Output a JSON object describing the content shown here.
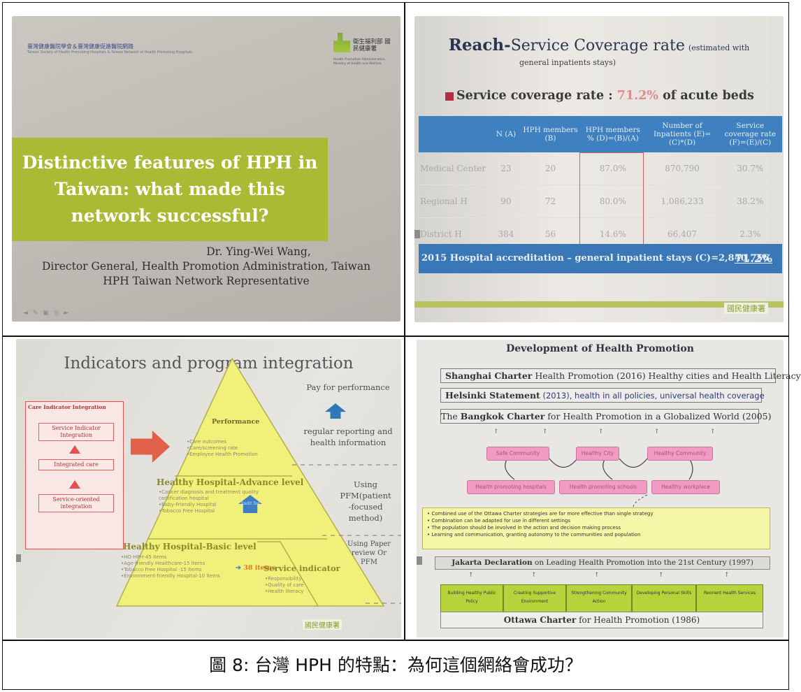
{
  "slide1": {
    "logo_left": "臺灣健康醫院學會＆臺灣健康促進醫院網路",
    "logo_left_sub": "Taiwan Society of Health Promoting Hospitals & Taiwan Network of Health Promoting Hospitals",
    "logo_right": "衛生福利部 國民健康署",
    "logo_right_sub": "Health Promotion Administration, Ministry of Health and Welfare",
    "title": "Distinctive features of HPH in Taiwan: what made this network successful?",
    "author_line1": "Dr. Ying-Wei Wang,",
    "author_line2": "Director General, Health Promotion Administration, Taiwan",
    "author_line3": "HPH  Taiwan Network Representative"
  },
  "slide2": {
    "title_bold": "Reach-",
    "title_main": "Service Coverage rate",
    "title_note": "(estimated with",
    "title_note2": "general inpatients stays)",
    "rate_label": "Service coverage rate : ",
    "rate_value": "71.2%",
    "rate_suffix": " of acute beds",
    "headers": [
      "",
      "N (A)",
      "HPH members (B)",
      "HPH members % (D)=(B)/(A)",
      "Number of Inpatients (E)=(C)*(D)",
      "Service coverage rate (F)=(E)/(C)"
    ],
    "rows": [
      [
        "Medical Center",
        "23",
        "20",
        "87.0%",
        "870,790",
        "30.7%"
      ],
      [
        "Regional H",
        "90",
        "72",
        "80.0%",
        "1,086,233",
        "38.2%"
      ],
      [
        "District H",
        "384",
        "56",
        "14.6%",
        "66,407",
        "2.3%"
      ]
    ],
    "footer_text": "2015  Hospital accreditation – general inpatient stays (C)=2,840,756",
    "footer_value": "71.2%",
    "footer_logo": "國民健康署"
  },
  "slide3": {
    "title": "Indicators and program integration",
    "cqi_title": "Care Indicator Integration",
    "cqi_boxes": [
      "Service Indicator Integration",
      "Integrated care",
      "Service-oriented integration"
    ],
    "top_level": "Performance",
    "top_items": [
      "•Care outcomes",
      "•Care/screening rate",
      "•Employee Health Promotion"
    ],
    "mid_level": "Healthy Hospital-Advance level",
    "mid_items": [
      "•Cancer diagnosis and treatment quality",
      "  certification hospital",
      "•Baby-Friendly Hospital",
      "•Tobacco Free Hospital"
    ],
    "audit_label": "Audit fee",
    "base_level": "Healthy Hospital-Basic level",
    "base_items": [
      "•HO-HPH-45 items",
      "•Age-friendly Healthcare-15 items",
      "•Tobacco Free Hospital -15 items",
      "•Environment-friendly Hospital-10 items"
    ],
    "base_count": "38 items",
    "service_title": "Service indicator",
    "service_items": [
      "•Responsibility",
      "•Quality of care",
      "•Health literacy"
    ],
    "right_top": "Pay for performance",
    "right_mid1": "regular reporting and health information",
    "right_mid2": "Using PFM(patient -focused method)",
    "right_bot": "Using Paper review Or PFM",
    "footer_logo": "國民健康署"
  },
  "slide4": {
    "title": "Development of Health Promotion",
    "bar1_bold": "Shanghai Charter",
    "bar1_rest": " Health Promotion (2016) Healthy cities and Health Literacy",
    "bar2_bold": "Helsinki Statement",
    "bar2_rest": " (2013), health in all policies, universal health coverage",
    "bar3_pre": "The ",
    "bar3_bold": "Bangkok Charter",
    "bar3_rest": " for Health Promotion in a Globalized World (2005)",
    "pink_top": [
      "Safe Community",
      "Healthy City",
      "Healthy Community"
    ],
    "pink_bottom": [
      "Health promoting hospitals",
      "Health promoting schools",
      "Healthy workplace"
    ],
    "bullets": [
      "•  Combined use of the Ottawa Charter strategies are far more effective than single strategy",
      "•  Combination can be adapted for use in different settings",
      "•  The population should be involved in the action and decision making process",
      "•  Learning and communication, granting autonomy to the communities and population"
    ],
    "jakarta_bold": "Jakarta Declaration",
    "jakarta_rest": " on Leading Health Promotion into the 21st Century (1997)",
    "green": [
      "Building Healthy Public Policy",
      "Creating Supportive Environment",
      "Strengthening Community Action",
      "Developing Personal Skills",
      "Reorient Health Services"
    ],
    "ottawa_bold": "Ottawa Charter",
    "ottawa_rest": " for Health Promotion (1986)"
  },
  "caption": "圖 8: 台灣 HPH 的特點：為何這個網絡會成功？"
}
